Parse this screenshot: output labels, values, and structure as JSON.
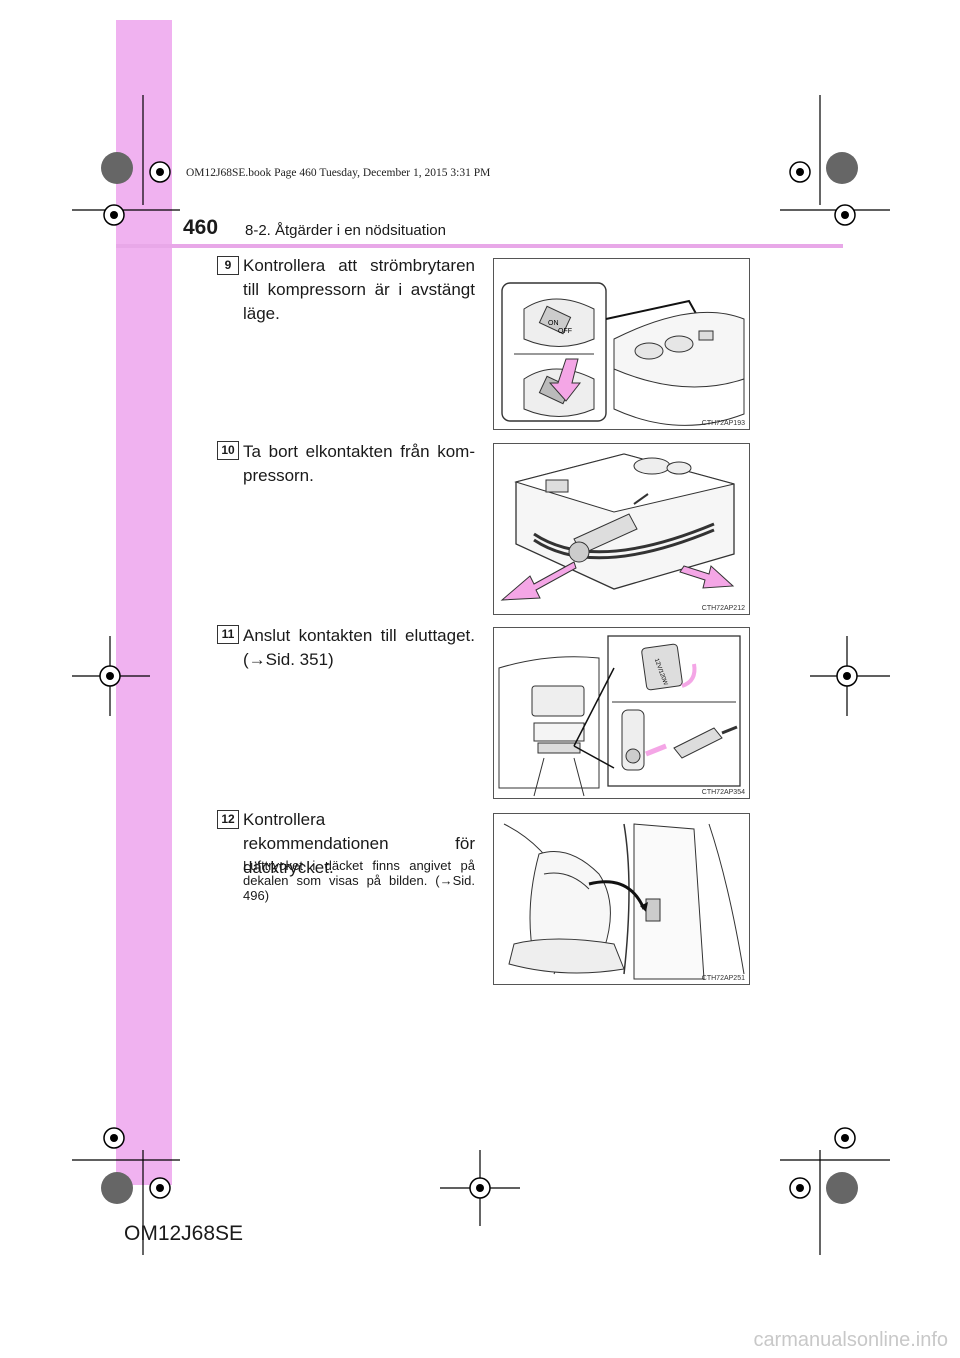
{
  "header": {
    "page_number": "460",
    "section_title": "8-2. Åtgärder i en nödsituation",
    "book_info": "OM12J68SE.book  Page 460  Tuesday, December 1, 2015  3:31 PM"
  },
  "steps": [
    {
      "number": "9",
      "text": "Kontrollera att strömbrytaren till kompressorn är i avstängt läge.",
      "figure_code": "CTH72AP193"
    },
    {
      "number": "10",
      "text": "Ta bort elkontakten från kom-pressorn.",
      "figure_code": "CTH72AP212"
    },
    {
      "number": "11",
      "text": "Anslut kontakten till eluttaget. (→Sid. 351)",
      "figure_code": "CTH72AP354"
    },
    {
      "number": "12",
      "text": "Kontrollera rekommendationen för däcktrycket.",
      "note": "Lufttrycket i däcket finns angivet på dekalen som visas på bilden. (→Sid. 496)",
      "figure_code": "CTH72AP251"
    }
  ],
  "figure_labels": {
    "switch_on": "ON",
    "switch_off": "OFF",
    "socket_label": "12V/120W"
  },
  "footer": {
    "model_code": "OM12J68SE",
    "site": "carmanualsonline.info"
  },
  "colors": {
    "side_band": "#f0b2f0",
    "arrow_pink": "#f4a6e6"
  }
}
